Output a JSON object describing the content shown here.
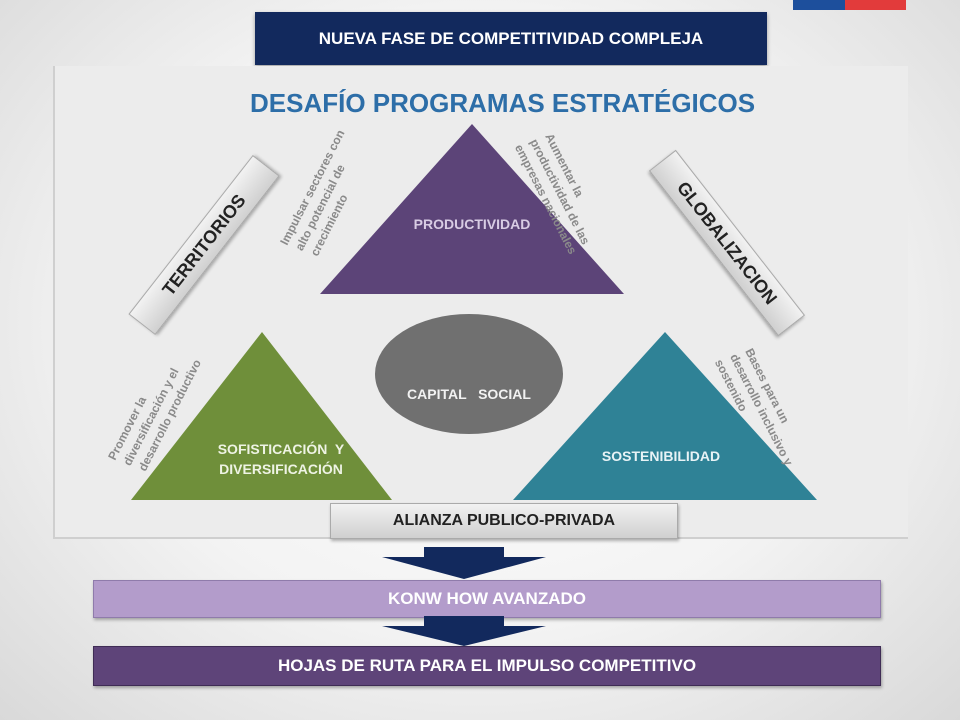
{
  "header": {
    "title": "NUEVA FASE DE COMPETITIVIDAD COMPLEJA"
  },
  "diagram": {
    "title": "DESAFÍO PROGRAMAS ESTRATÉGICOS",
    "center": "CAPITAL   SOCIAL",
    "triangles": {
      "top": "PRODUCTIVIDAD",
      "left_line1": "SOFISTICACIÓN  Y",
      "left_line2": "DIVERSIFICACIÓN",
      "right": "SOSTENIBILIDAD"
    },
    "side_labels": {
      "left": "TERRITORIOS",
      "right": "GLOBALIZACION"
    },
    "annotations": {
      "top_left_1": "Impulsar sectores con",
      "top_left_2": "alto potencial de",
      "top_left_3": "crecimiento",
      "top_right_1": "Aumentar la",
      "top_right_2": "productividad de las",
      "top_right_3": "empresas nacionales",
      "bottom_left_1": "Promover la",
      "bottom_left_2": "diversificación y el",
      "bottom_left_3": "desarrollo productivo",
      "bottom_right_1": "Bases para un",
      "bottom_right_2": "desarrollo inclusivo y",
      "bottom_right_3": "sostenido"
    },
    "bottom_label": "ALIANZA PUBLICO-PRIVADA"
  },
  "steps": {
    "knowhow": "KONW HOW AVANZADO",
    "hojas": "HOJAS DE RUTA PARA EL IMPULSO COMPETITIVO"
  },
  "colors": {
    "navy": "#12295d",
    "purple": "#5c4478",
    "green": "#6f8f3a",
    "teal": "#2f8296",
    "ellipse": "#707070",
    "title_blue": "#2d6ea8",
    "lavender": "#b39ccb"
  }
}
